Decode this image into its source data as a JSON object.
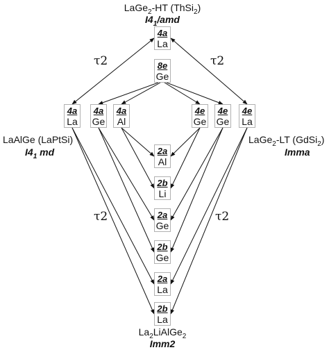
{
  "top": {
    "name": "LaGe",
    "name_sub": "2",
    "name_rest": "-HT (ThSi",
    "name_sub2": "2",
    "name_end": ")",
    "space_group": "I4",
    "space_group_sub": "1",
    "space_group_rest": "/amd"
  },
  "left": {
    "name": "LaAlGe (LaPtSi)",
    "space_group": "I4",
    "space_group_sub": "1",
    "space_group_rest": " md"
  },
  "right": {
    "name": "LaGe",
    "name_sub": "2",
    "name_rest": "-LT (GdSi",
    "name_sub2": "2",
    "name_end": ")",
    "space_group": "Imma"
  },
  "bottom": {
    "name_a": "La",
    "name_sub_a": "2",
    "name_b": "LiAlGe",
    "name_sub_b": "2",
    "space_group": "Imm2"
  },
  "transitions": {
    "tau": "τ2"
  },
  "nodes": {
    "top_4a": {
      "wyckoff": "4a",
      "element": "La"
    },
    "top_8e": {
      "wyckoff": "8e",
      "element": "Ge"
    },
    "left_4a_la": {
      "wyckoff": "4a",
      "element": "La"
    },
    "left_4a_ge": {
      "wyckoff": "4a",
      "element": "Ge"
    },
    "left_4a_al": {
      "wyckoff": "4a",
      "element": "Al"
    },
    "right_4e_ge1": {
      "wyckoff": "4e",
      "element": "Ge"
    },
    "right_4e_ge2": {
      "wyckoff": "4e",
      "element": "Ge"
    },
    "right_4e_la": {
      "wyckoff": "4e",
      "element": "La"
    },
    "bot_2a_al": {
      "wyckoff": "2a",
      "element": "Al"
    },
    "bot_2b_li": {
      "wyckoff": "2b",
      "element": "Li"
    },
    "bot_2a_ge": {
      "wyckoff": "2a",
      "element": "Ge"
    },
    "bot_2b_ge": {
      "wyckoff": "2b",
      "element": "Ge"
    },
    "bot_2a_la": {
      "wyckoff": "2a",
      "element": "La"
    },
    "bot_2b_la": {
      "wyckoff": "2b",
      "element": "La"
    }
  }
}
